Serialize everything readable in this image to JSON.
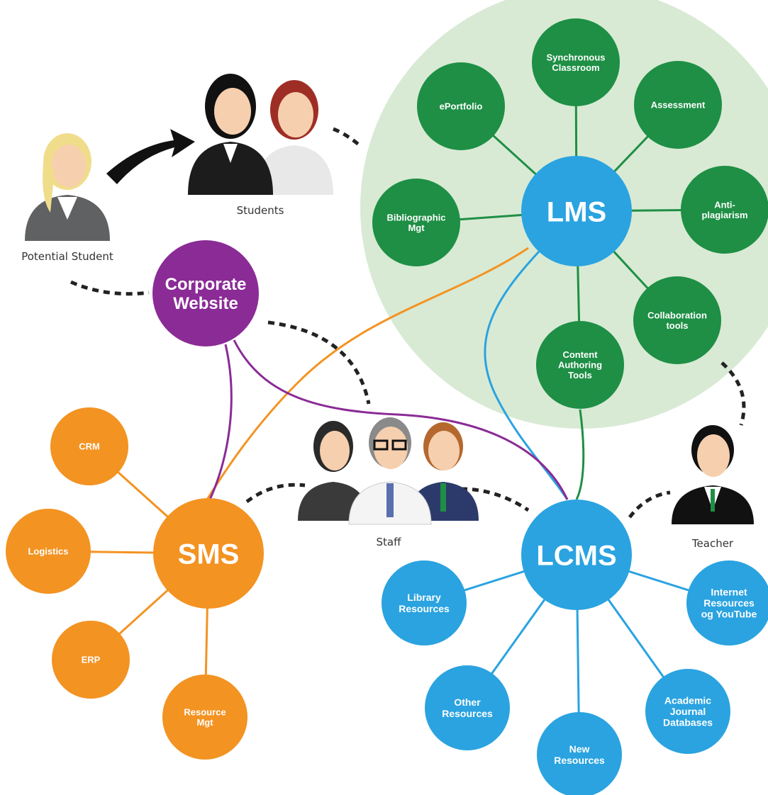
{
  "colors": {
    "lms": "#2aa3e0",
    "lms_sub": "#1e8f45",
    "lms_region": "#d8ead4",
    "lcms": "#2aa3e0",
    "sms": "#f39322",
    "corporate": "#8a2b96",
    "line_lms": "#1e8f45",
    "line_lcms": "#2aa3e0",
    "line_sms": "#f39322",
    "line_corporate": "#8a2b96",
    "dashed": "#222222"
  },
  "hubs": {
    "lms": "LMS",
    "lcms": "LCMS",
    "sms": "SMS",
    "corporate": [
      "Corporate",
      "Website"
    ]
  },
  "lms_modules": [
    [
      "Synchronous",
      "Classroom"
    ],
    [
      "ePortfolio"
    ],
    [
      "Assessment"
    ],
    [
      "Anti-",
      "plagiarism"
    ],
    [
      "Bibliographic",
      "Mgt"
    ],
    [
      "Collaboration",
      "tools"
    ],
    [
      "Content",
      "Authoring",
      "Tools"
    ]
  ],
  "lcms_modules": [
    [
      "Library",
      "Resources"
    ],
    [
      "Internet",
      "Resources",
      "og YouTube"
    ],
    [
      "Other",
      "Resources"
    ],
    [
      "Academic",
      "Journal",
      "Databases"
    ],
    [
      "New",
      "Resources"
    ]
  ],
  "sms_modules": [
    [
      "CRM"
    ],
    [
      "Logistics"
    ],
    [
      "ERP"
    ],
    [
      "Resource",
      "Mgt"
    ]
  ],
  "people": {
    "potential_student": "Potential Student",
    "students": "Students",
    "staff": "Staff",
    "teacher": "Teacher"
  }
}
